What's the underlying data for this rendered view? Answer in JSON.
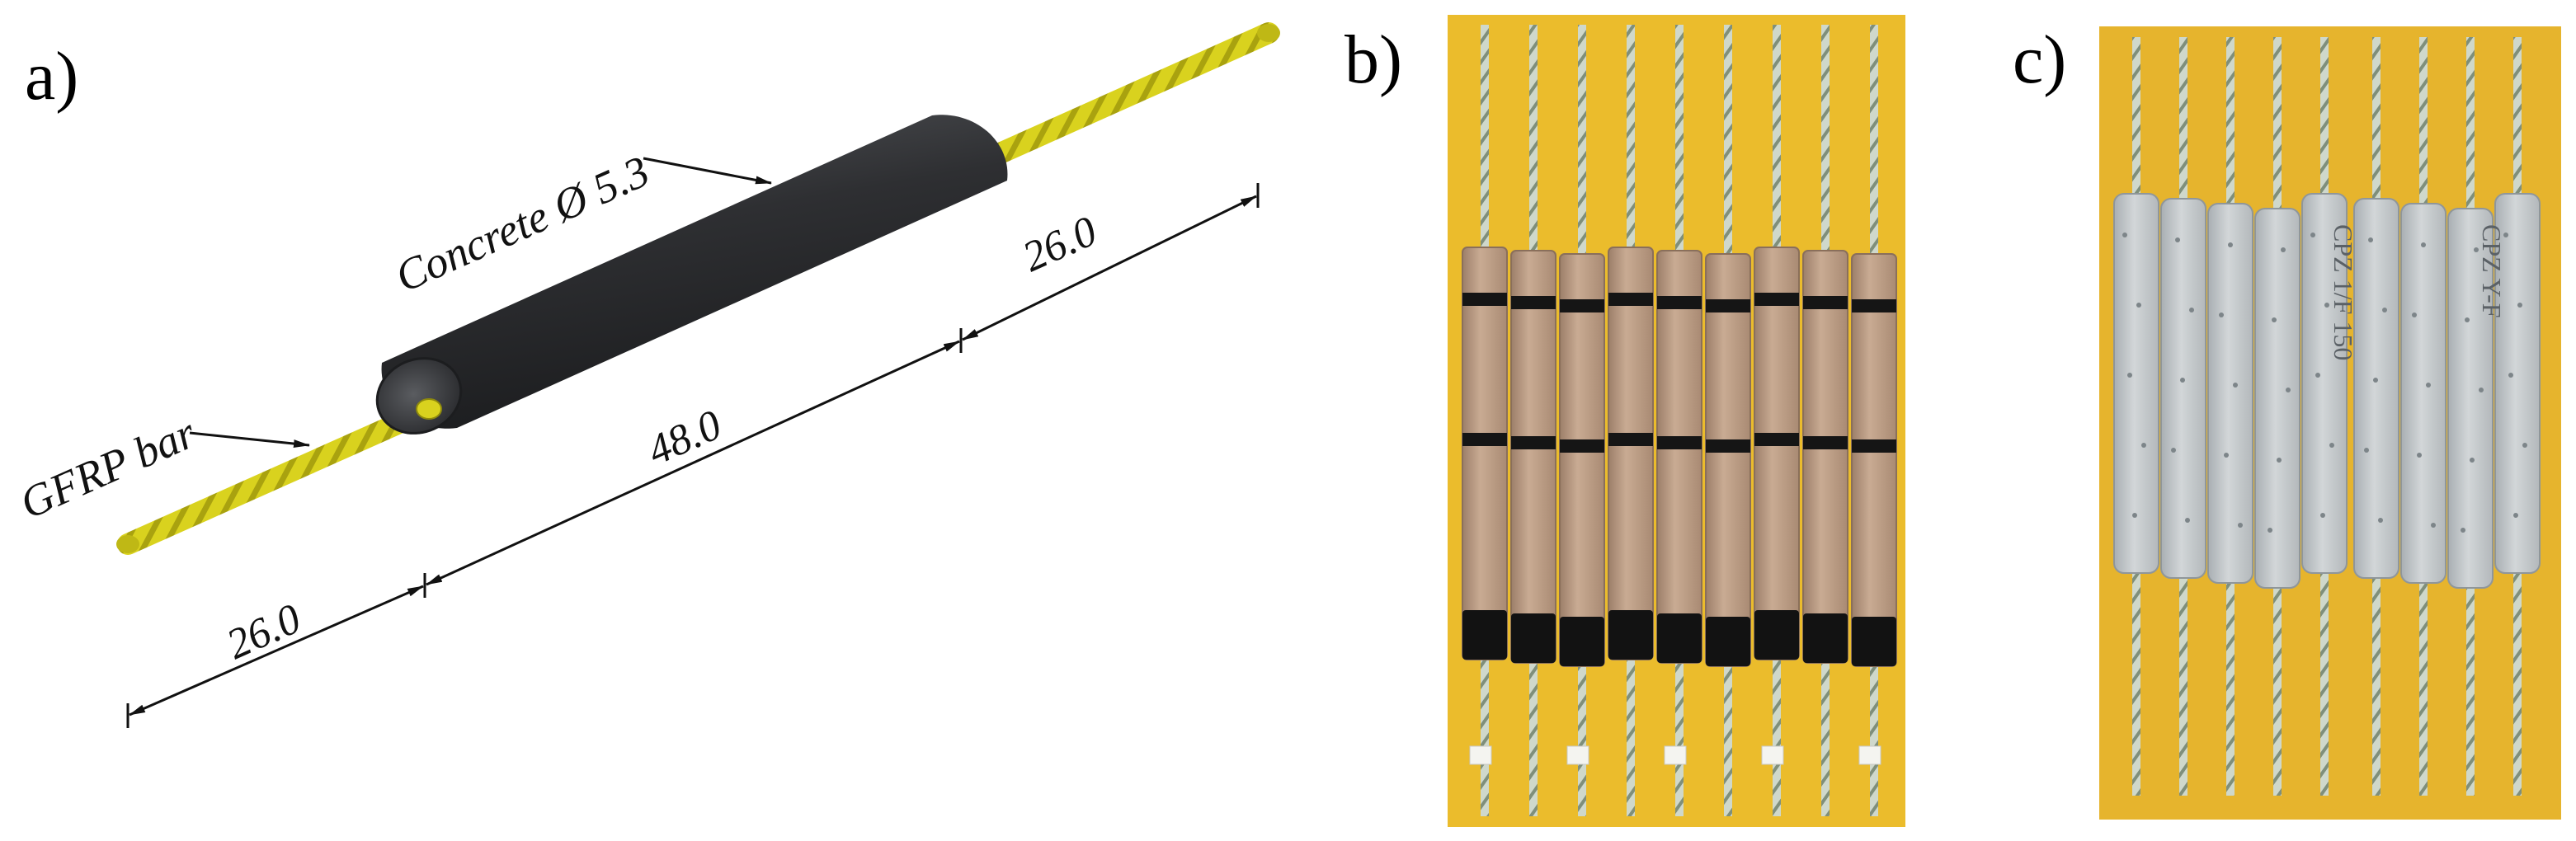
{
  "panels": {
    "a": {
      "label": "a)"
    },
    "b": {
      "label": "b)"
    },
    "c": {
      "label": "c)"
    }
  },
  "diagram": {
    "concrete_label": "Concrete Ø 5.3",
    "bar_label": "GFRP bar",
    "dim_left": "26.0",
    "dim_middle": "48.0",
    "dim_right": "26.0"
  },
  "photo_c_markings": [
    "CPZ 1/F 150",
    "CPZ Y-F"
  ],
  "colors": {
    "concrete": "#2e2f32",
    "gfrp_bar": "#d9d21e",
    "gfrp_rib": "#a9a20f",
    "photo_background": "#e8b51c",
    "cardboard_tube": "#b99b84",
    "tape": "#151515",
    "concrete_specimen": "#c4c9cc"
  }
}
